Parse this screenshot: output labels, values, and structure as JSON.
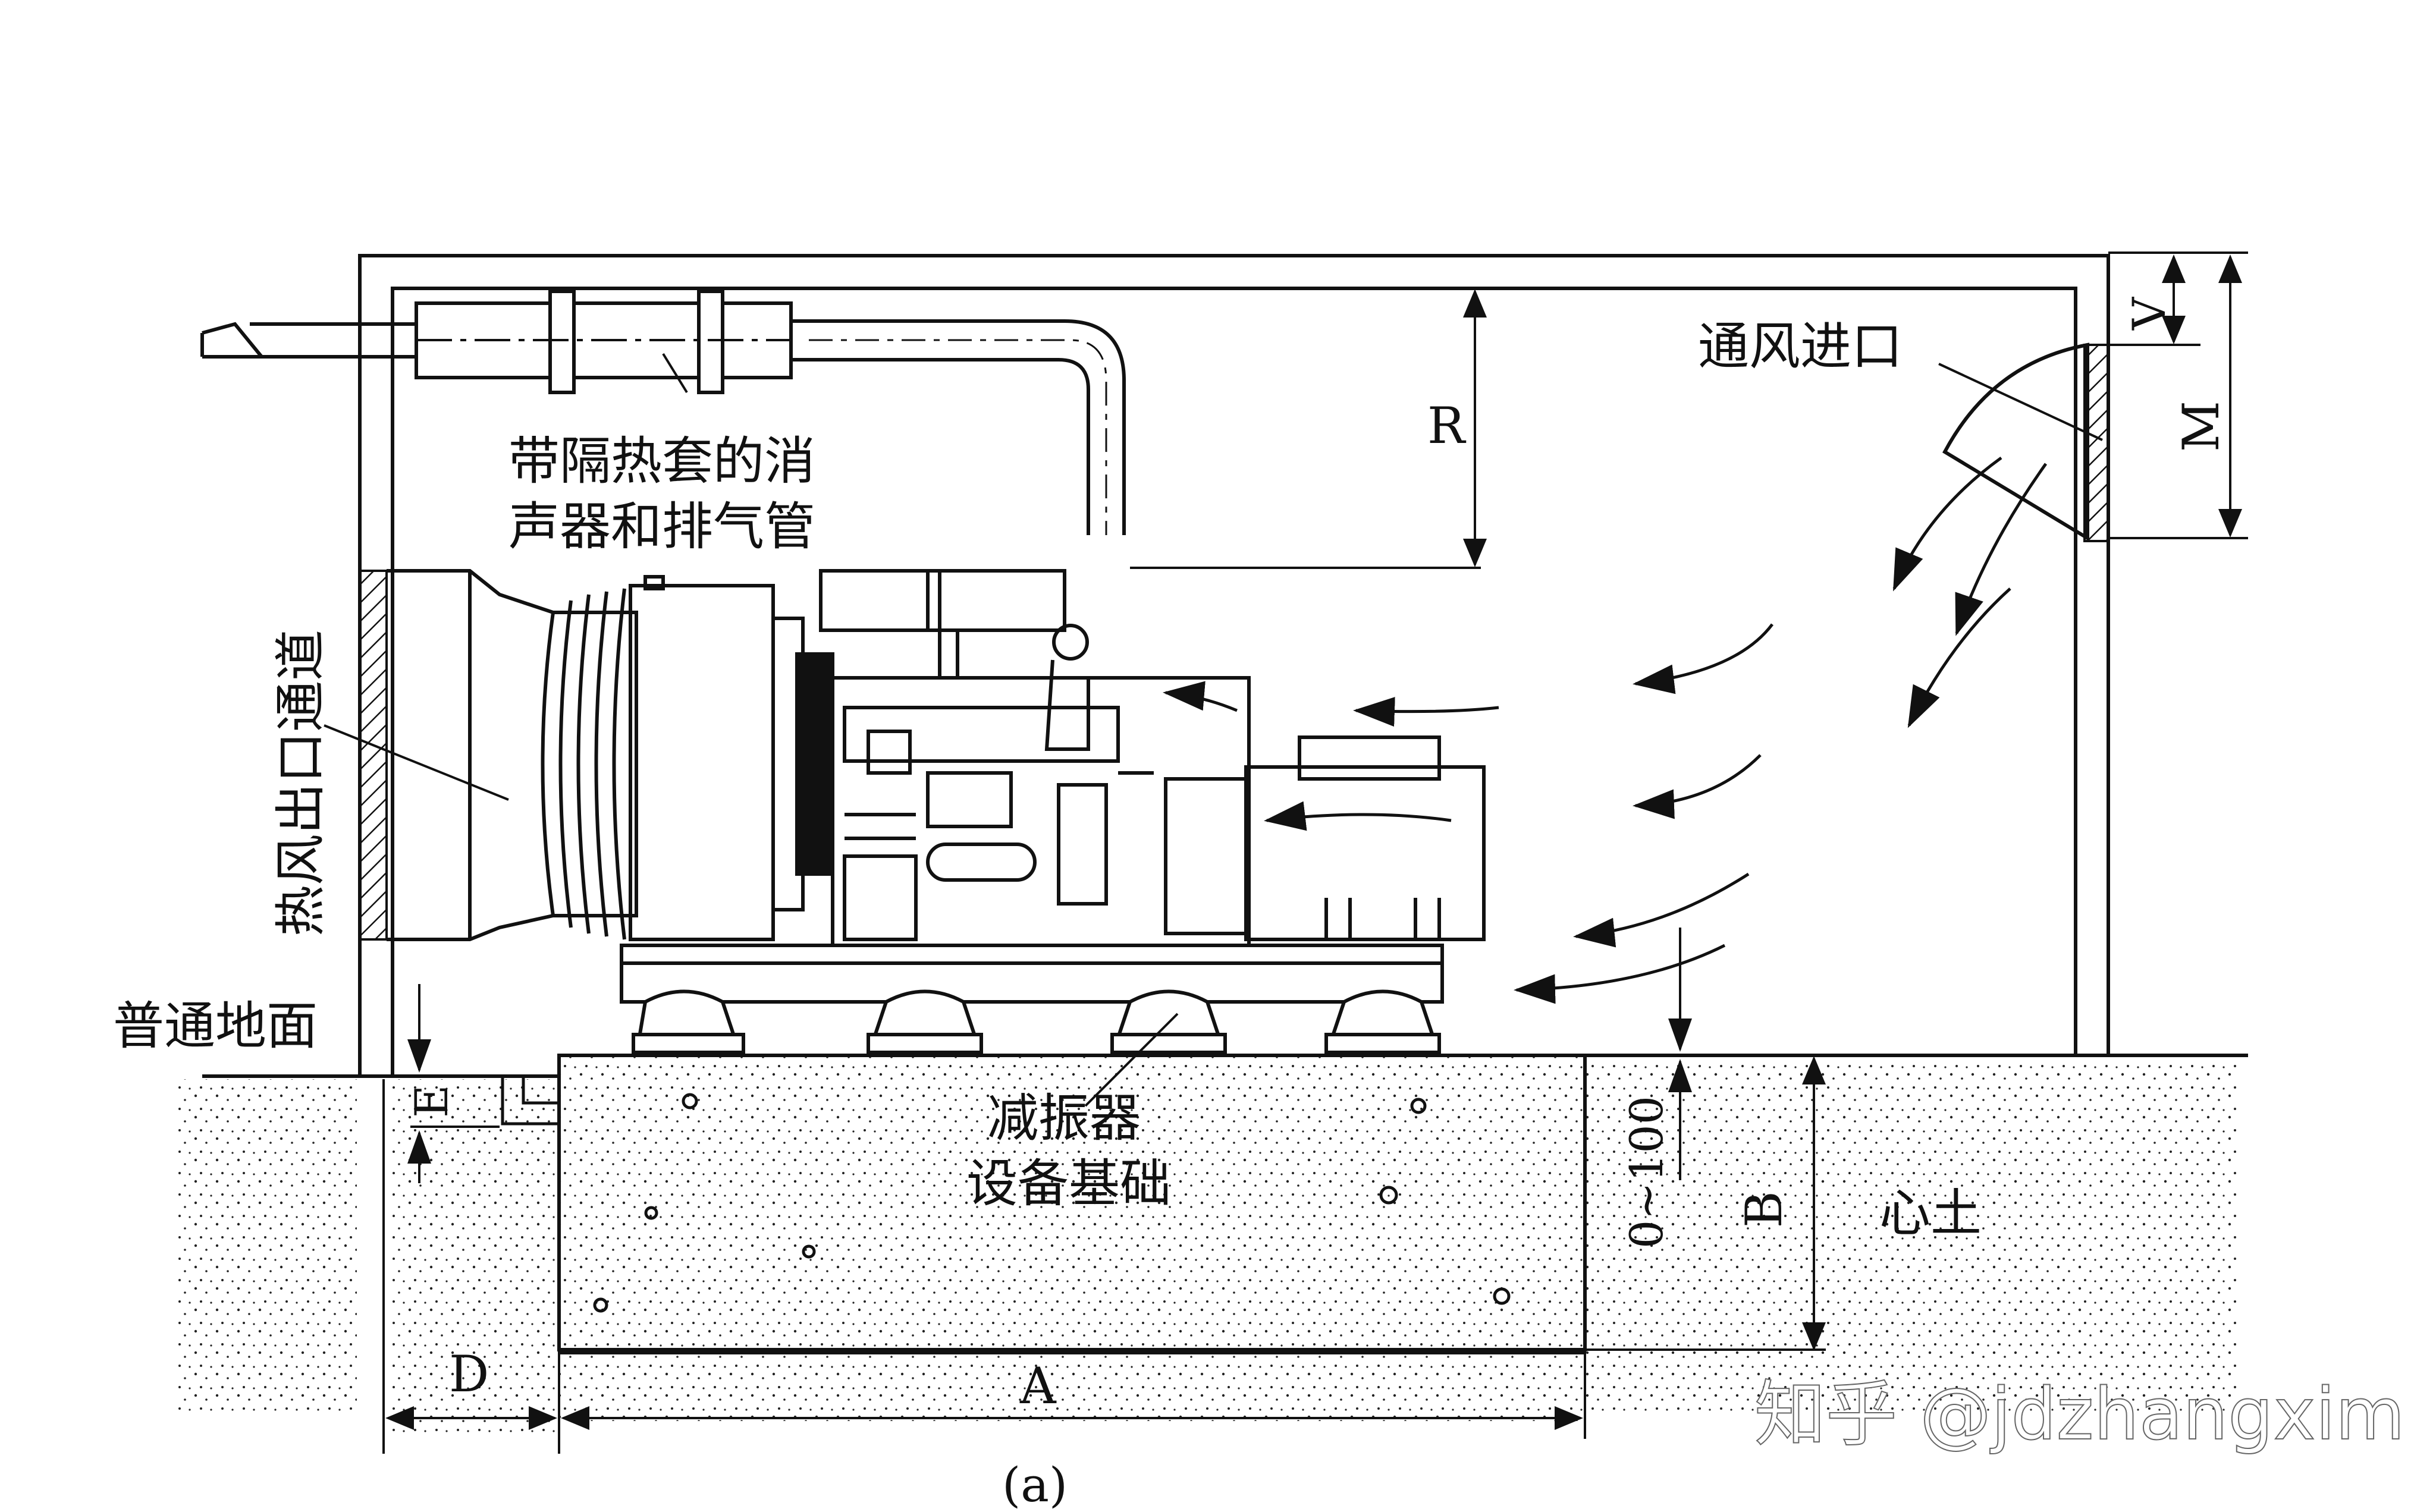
{
  "labels": {
    "exhaust_muffler_line1": "带隔热套的消",
    "exhaust_muffler_line2": "声器和排气管",
    "hot_air_outlet": "热风出口通道",
    "air_inlet": "通风进口",
    "ordinary_ground": "普通地面",
    "damper": "减振器",
    "equipment_foundation": "设备基础",
    "backfill_soil": "心土",
    "dim_R": "R",
    "dim_V": "V",
    "dim_M": "M",
    "dim_E": "E",
    "dim_range": "0~100",
    "dim_B": "B",
    "dim_D": "D",
    "dim_A": "A",
    "caption": "(a)"
  },
  "watermark": "知乎 @jdzhangxim",
  "colors": {
    "line": "#111111",
    "background": "#ffffff"
  }
}
